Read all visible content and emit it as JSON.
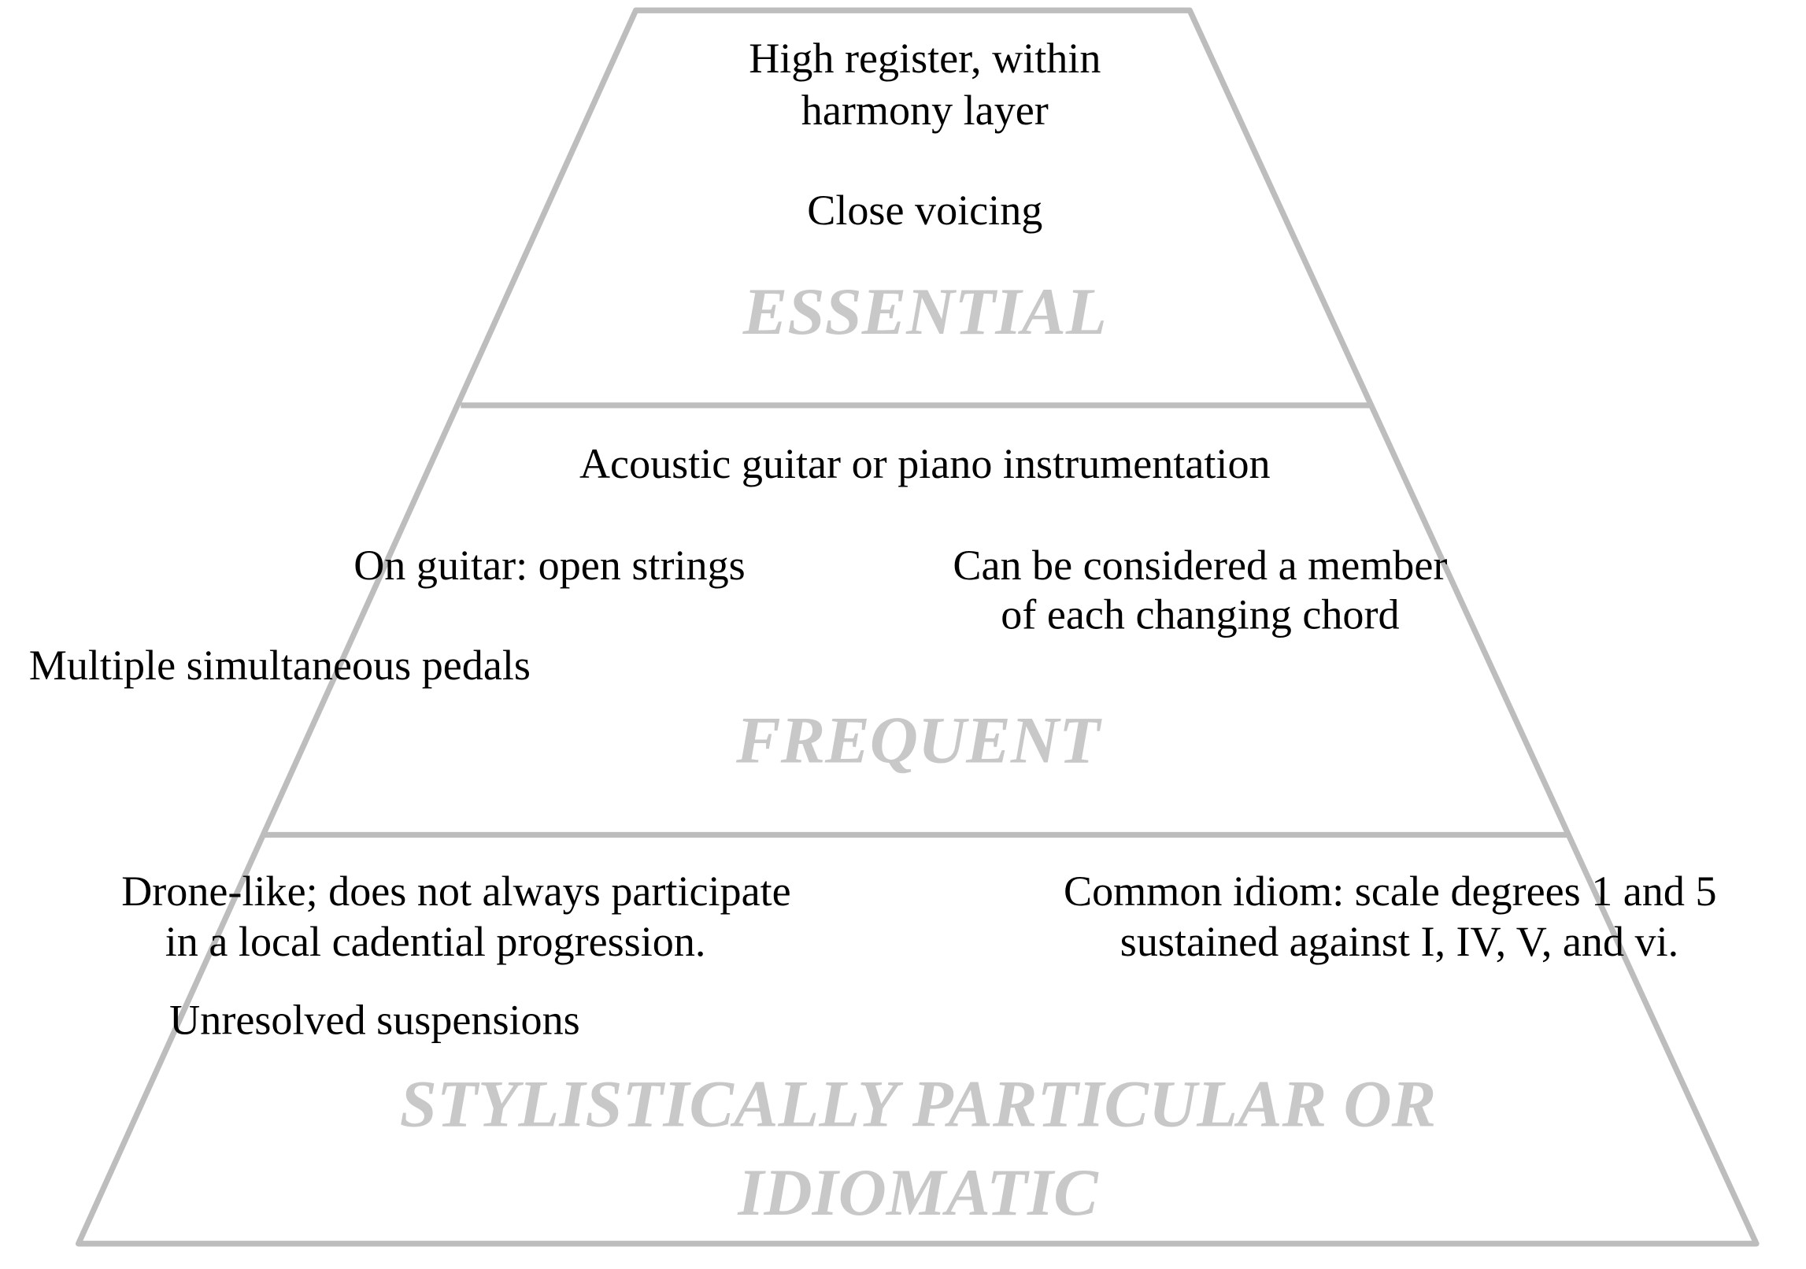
{
  "levels": {
    "essential": {
      "label": "ESSENTIAL",
      "items": [
        "High register, within",
        "harmony layer",
        "Close voicing"
      ]
    },
    "frequent": {
      "label": "FREQUENT",
      "items": [
        "Acoustic guitar or piano instrumentation",
        "On guitar: open strings",
        "Can be considered a member",
        "of each changing chord",
        "Multiple simultaneous pedals"
      ]
    },
    "idiomatic": {
      "label_line1": "STYLISTICALLY PARTICULAR OR",
      "label_line2": "IDIOMATIC",
      "items": [
        "Drone-like; does not always participate",
        "in a local cadential progression.",
        "Common idiom: scale degrees 1 and 5",
        "sustained against I, IV, V, and vi.",
        "Unresolved suspensions"
      ]
    }
  },
  "colors": {
    "outline": "#bdbdbd",
    "level_label": "#c8c8c8",
    "text": "#000000"
  }
}
